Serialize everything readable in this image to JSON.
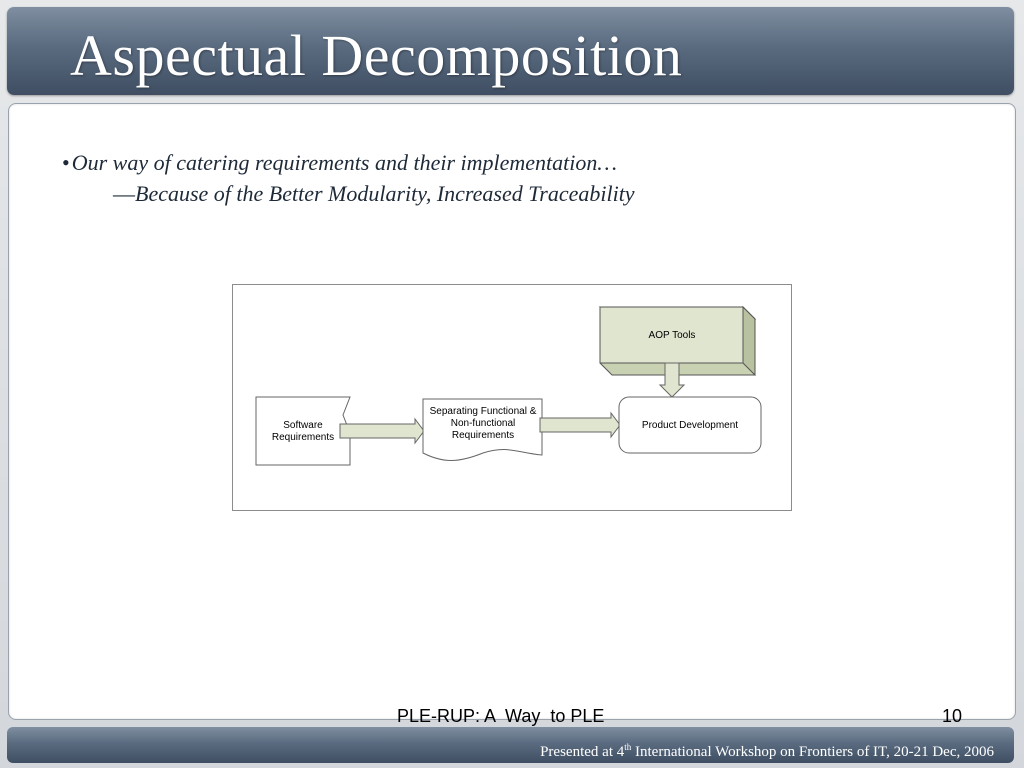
{
  "slide": {
    "title": "Aspectual Decomposition",
    "bullet": "Our way of catering requirements and their implementation…",
    "sub_bullet": "―Because of the Better Modularity, Increased Traceability"
  },
  "diagram": {
    "aop_tools": "AOP Tools",
    "software_requirements": [
      "Software",
      "Requirements"
    ],
    "separating": [
      "Separating Functional &",
      "Non-functional",
      "Requirements"
    ],
    "product_development": "Product Development"
  },
  "footer": {
    "center_text": "PLE-RUP: A  Way  to PLE",
    "page_number": "10",
    "presented_prefix": "Presented at 4",
    "presented_sup": "th",
    "presented_suffix": " International Workshop on Frontiers of IT, 20-21 Dec, 2006"
  },
  "colors": {
    "header_bar": "#5a6b80",
    "aop_box": "#dfe5cf",
    "arrow_fill": "#dfe5cf"
  }
}
